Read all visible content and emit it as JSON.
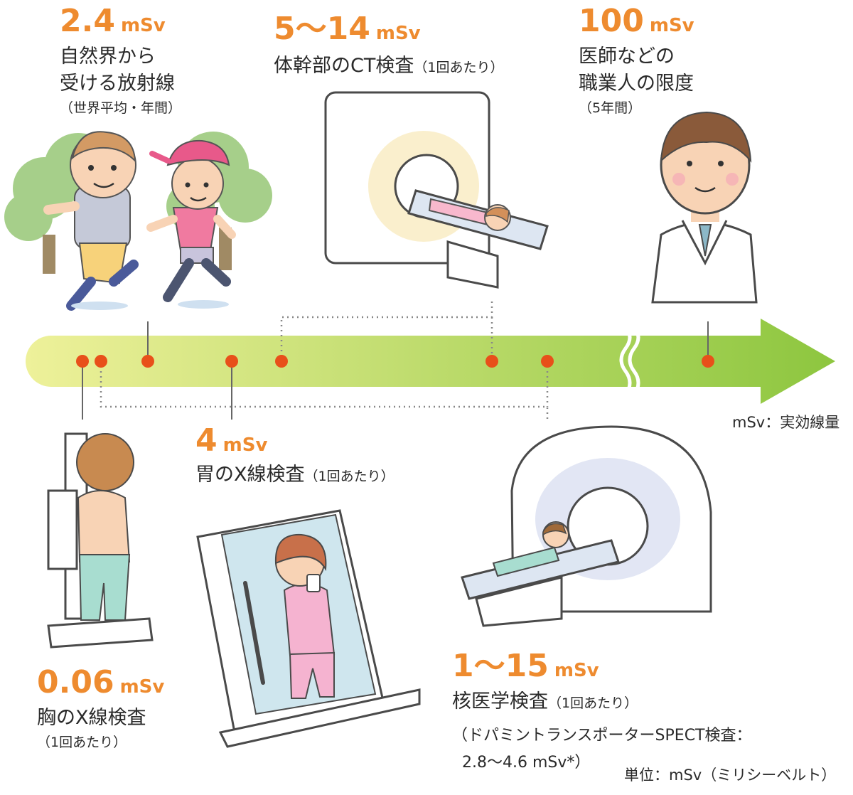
{
  "items": [
    {
      "id": "natural",
      "value": "2.4",
      "unit": "mSv",
      "line1": "自然界から",
      "line2": "受ける放射線",
      "note": "（世界平均・年間）"
    },
    {
      "id": "ct",
      "value": "5〜14",
      "unit": "mSv",
      "line1": "体幹部のCT検査",
      "note": "（1回あたり）"
    },
    {
      "id": "occupational",
      "value": "100",
      "unit": "mSv",
      "line1": "医師などの",
      "line2": "職業人の限度",
      "note": "（5年間）"
    },
    {
      "id": "stomach",
      "value": "4",
      "unit": "mSv",
      "line1": "胃のX線検査",
      "note": "（1回あたり）"
    },
    {
      "id": "chest",
      "value": "0.06",
      "unit": "mSv",
      "line1": "胸のX線検査",
      "note": "（1回あたり）"
    },
    {
      "id": "nuclear",
      "value": "1〜15",
      "unit": "mSv",
      "line1": "核医学検査",
      "note": "（1回あたり）",
      "detail1": "（ドパミントランスポーターSPECT検査：",
      "detail2": "2.8〜4.6 mSv*）"
    }
  ],
  "axis_note": "mSv：実効線量",
  "unit_note": "単位：mSv（ミリシーベルト）",
  "colors": {
    "accent": "#ee8b2f",
    "dot": "#e8501a",
    "arrow_start": "#eef19a",
    "arrow_end": "#8dc63f"
  }
}
